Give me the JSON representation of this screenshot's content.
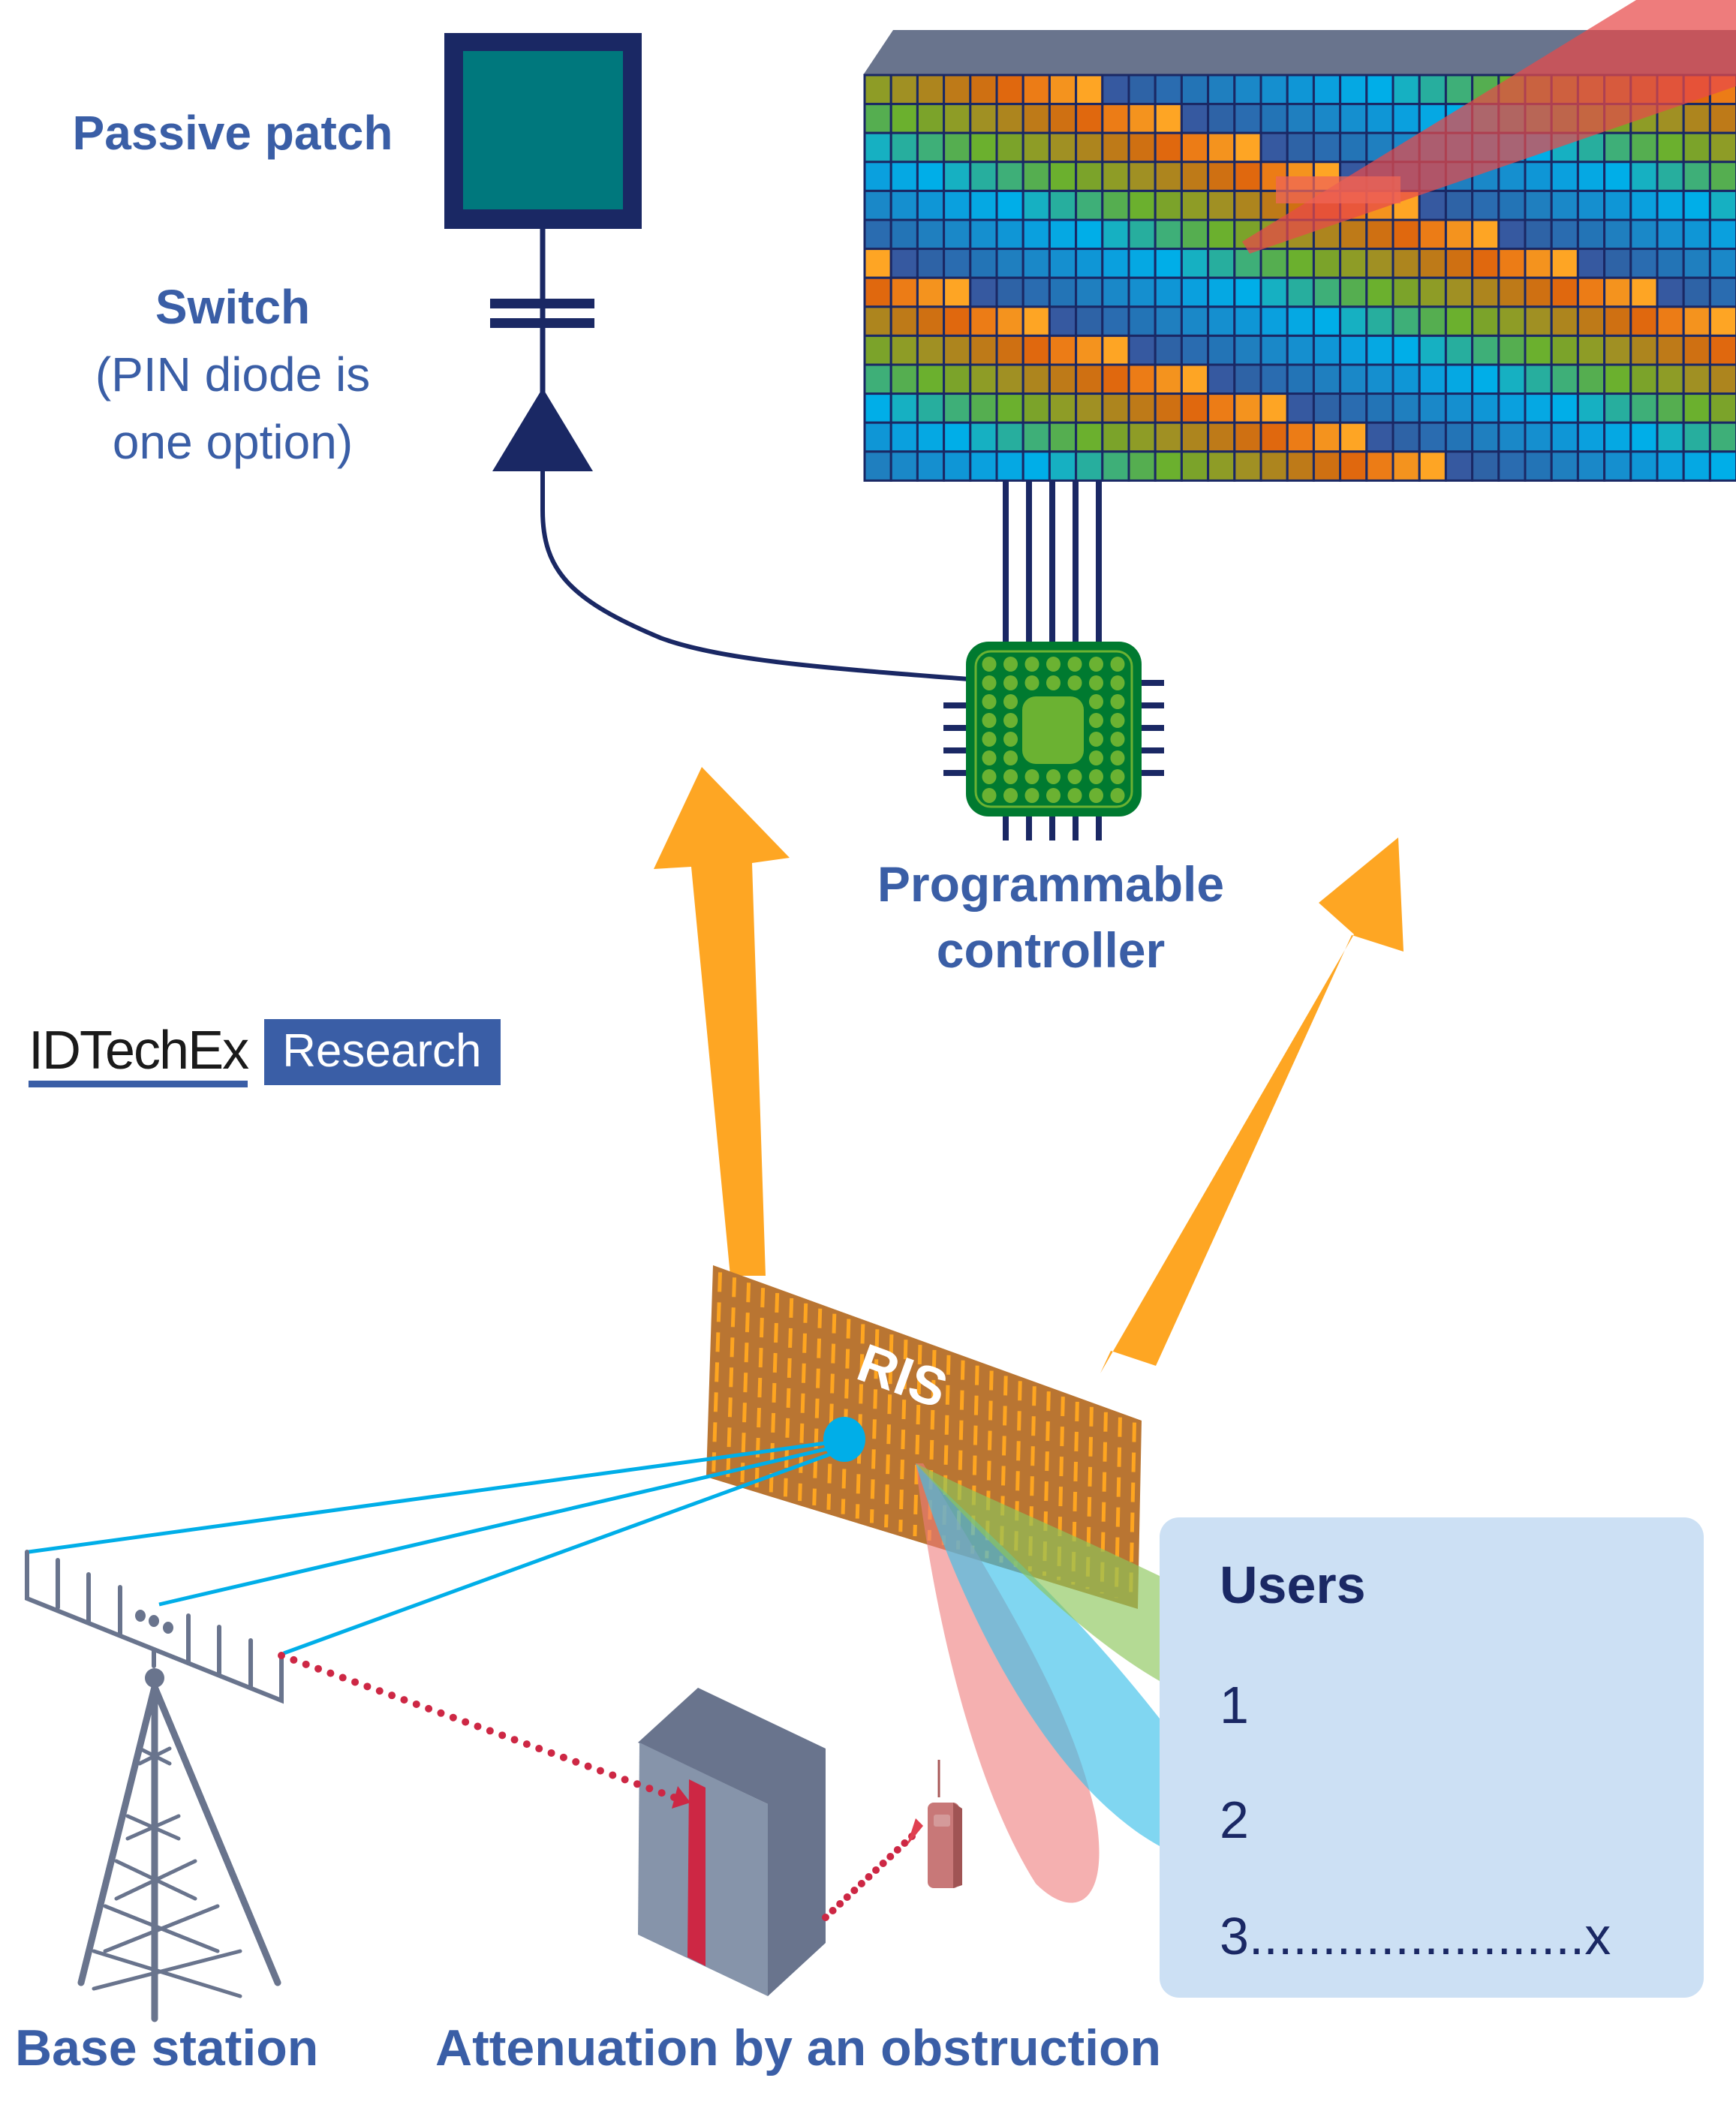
{
  "labels": {
    "passive_patch": "Passive patch",
    "switch": "Switch",
    "switch_note_line1": "(PIN diode is",
    "switch_note_line2": "one option)",
    "programmable_line1": "Programmable",
    "programmable_line2": "controller",
    "ris": "RIS",
    "base_station": "Base station",
    "attenuation": "Attenuation by an obstruction"
  },
  "logo": {
    "brand": "IDTechEx",
    "suffix": "Research"
  },
  "users_panel": {
    "title": "Users",
    "items": [
      "1",
      "2",
      "3.......................x"
    ]
  },
  "metasurface_grid": {
    "rows": 14,
    "columns": 33,
    "palette": [
      "#3659a0",
      "#2e63a6",
      "#2a6cb0",
      "#2374b6",
      "#1f7fbf",
      "#1a88c8",
      "#158fcf",
      "#0f96d6",
      "#0aa0de",
      "#05a8e3",
      "#00aee8",
      "#16b0c2",
      "#27ae9e",
      "#3eaf78",
      "#55ae50",
      "#6bb02e",
      "#7ba32a",
      "#8e9c26",
      "#a09023",
      "#ad851e",
      "#be7a18",
      "#cf7012",
      "#e0680e",
      "#ec7c16",
      "#f4931e",
      "#fea524"
    ]
  },
  "colors": {
    "navy": "#1a2864",
    "label_blue": "#3a5ea6",
    "patch_teal": "#00787d",
    "chip_dark": "#007a30",
    "chip_light": "#6bb232",
    "arrow_orange": "#fea623",
    "ris_copper": "#b97532",
    "ris_dash": "#fea520",
    "signal_blue": "#00aee8",
    "blocked_red": "#cd2744",
    "tower_grey": "#69748d",
    "box_front": "#8694aa",
    "box_dark": "#69748d",
    "beam_red": "#ee7c7c",
    "beam_green": "#8cc65a",
    "beam_blue": "#3cc0ea",
    "users_bg": "#cce0f4"
  }
}
